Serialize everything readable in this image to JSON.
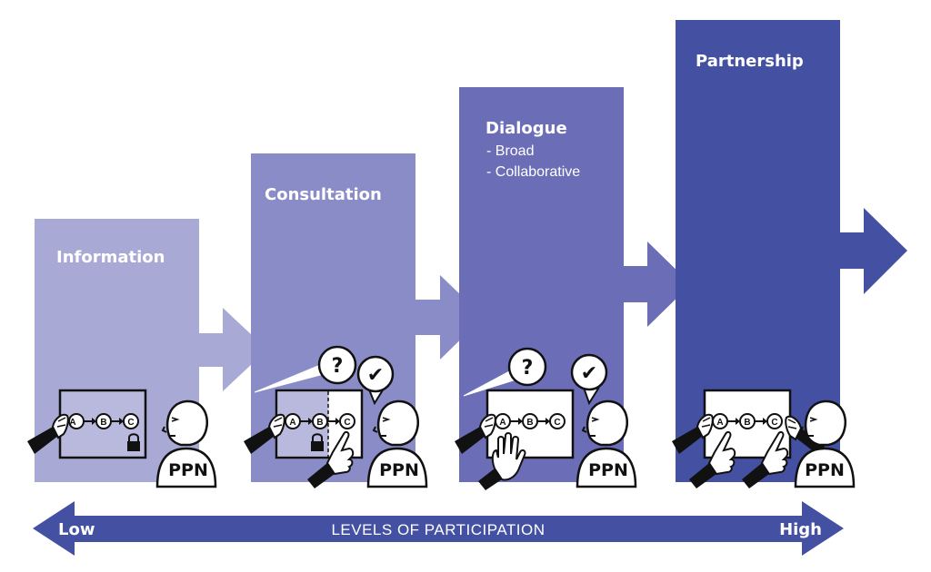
{
  "colors": {
    "information": "#a8a9d4",
    "consultation": "#8a8cc7",
    "dialogue": "#6b6eb7",
    "partnership": "#4451a3",
    "scale": "#4451a3"
  },
  "stages": [
    {
      "title": "Information",
      "bullets": []
    },
    {
      "title": "Consultation",
      "bullets": []
    },
    {
      "title": "Dialogue",
      "bullets": [
        "- Broad",
        "- Collaborative"
      ]
    },
    {
      "title": "Partnership",
      "bullets": []
    }
  ],
  "figure": {
    "person_label": "PPN",
    "nodes": [
      "A",
      "B",
      "C"
    ],
    "question_glyph": "?",
    "check_glyph": "✔",
    "icons": [
      "person-icon",
      "hand-icon",
      "lock-icon",
      "question-bubble-icon",
      "check-bubble-icon",
      "document-board-icon"
    ]
  },
  "scale": {
    "low": "Low",
    "title": "LEVELS OF PARTICIPATION",
    "high": "High"
  }
}
